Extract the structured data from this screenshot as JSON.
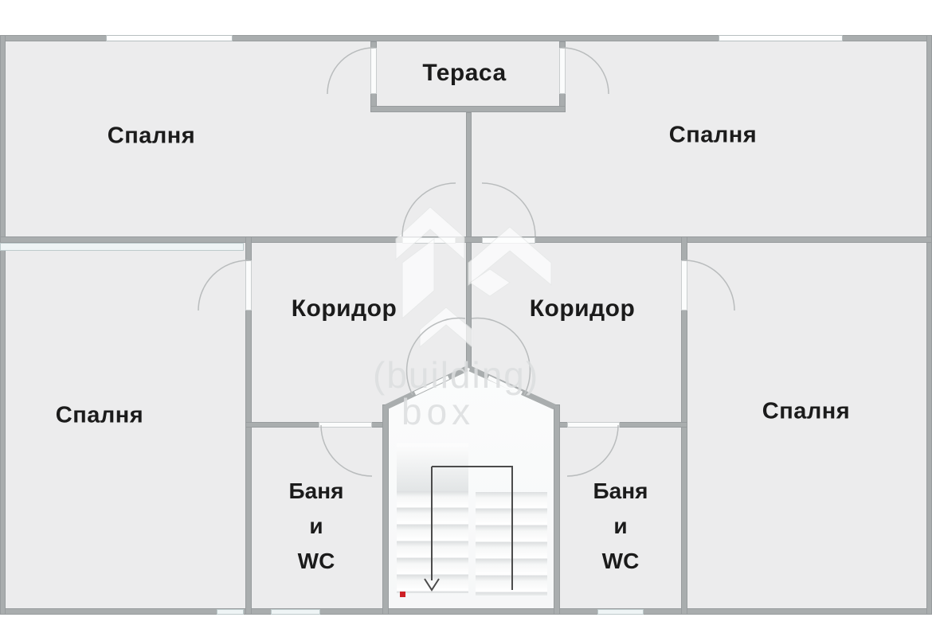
{
  "plan": {
    "labels": {
      "terrace": "Тераса",
      "bedroom_top_left": "Спалня",
      "bedroom_top_right": "Спалня",
      "bedroom_bottom_left": "Спалня",
      "bedroom_bottom_right": "Спалня",
      "corridor_left": "Коридор",
      "corridor_right": "Коридор",
      "bath_left_lines": [
        "Баня",
        "и",
        "WC"
      ],
      "bath_right_lines": [
        "Баня",
        "и",
        "WC"
      ]
    },
    "watermark": {
      "line1": "(building)",
      "line2": "box"
    },
    "colors": {
      "room_fill": "#ececed",
      "wall": "#a9adae",
      "label_text": "#1b1b1b",
      "stair_direction_line": "#4b4b4b",
      "red_marker": "#cd2026",
      "watermark_text": "#dcdedf"
    }
  }
}
